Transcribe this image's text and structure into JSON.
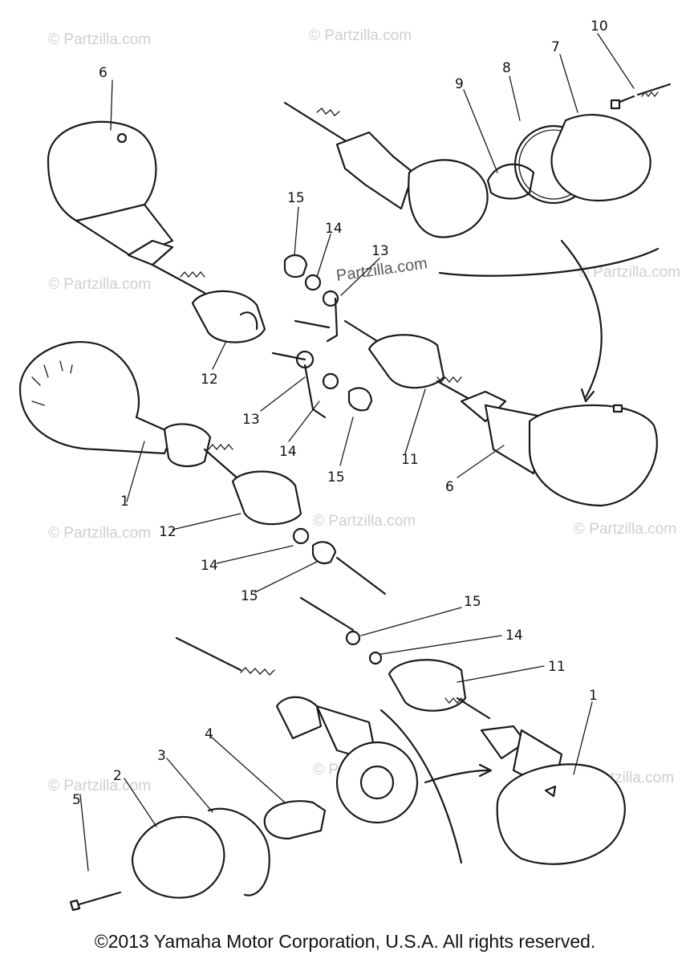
{
  "diagram": {
    "watermark": "© Partzilla.com",
    "watermark_inline": "Partzilla.com",
    "copyright": "©2013 Yamaha Motor Corporation, U.S.A. All rights reserved.",
    "labels": {
      "l1a": "1",
      "l1b": "1",
      "l2": "2",
      "l3": "3",
      "l4": "4",
      "l5": "5",
      "l6a": "6",
      "l6b": "6",
      "l7": "7",
      "l8": "8",
      "l9": "9",
      "l10": "10",
      "l11a": "11",
      "l11b": "11",
      "l12a": "12",
      "l12b": "12",
      "l13a": "13",
      "l13b": "13",
      "l14a": "14",
      "l14b": "14",
      "l14c": "14",
      "l14d": "14",
      "l15a": "15",
      "l15b": "15",
      "l15c": "15",
      "l15d": "15"
    }
  }
}
